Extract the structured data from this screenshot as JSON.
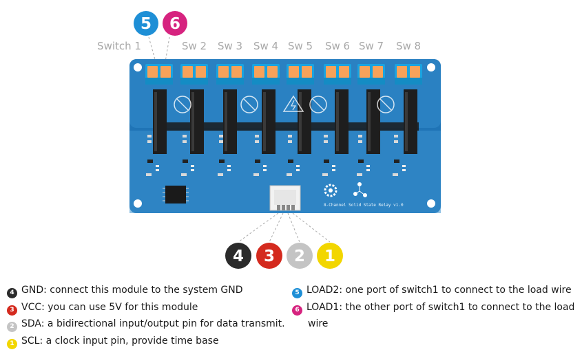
{
  "title": "8-Channel Solid State Relay v1.0",
  "switch_labels": [
    "Switch 1",
    "Sw 2",
    "Sw 3",
    "Sw 4",
    "Sw 5",
    "Sw 6",
    "Sw 7",
    "Sw 8"
  ],
  "top_badges": [
    {
      "num": "5",
      "color": "#1e8fd6"
    },
    {
      "num": "6",
      "color": "#d6237f"
    }
  ],
  "bottom_badges": [
    {
      "num": "4",
      "color": "#2b2b2b"
    },
    {
      "num": "3",
      "color": "#d42a1e"
    },
    {
      "num": "2",
      "color": "#c4c4c4"
    },
    {
      "num": "1",
      "color": "#f2d600"
    }
  ],
  "legend_left": [
    {
      "num": "4",
      "color": "#2b2b2b",
      "text": "GND: connect this module to the system GND"
    },
    {
      "num": "3",
      "color": "#d42a1e",
      "text": "VCC: you can use 5V for this module"
    },
    {
      "num": "2",
      "color": "#c4c4c4",
      "text": "SDA: a bidirectional input/output pin for data transmit."
    },
    {
      "num": "1",
      "color": "#f2d600",
      "text": "SCL:  a clock input pin, provide time base"
    }
  ],
  "legend_right": [
    {
      "num": "5",
      "color": "#1e8fd6",
      "text": "LOAD2: one port of switch1 to connect to the load wire"
    },
    {
      "num": "6",
      "color": "#d6237f",
      "text": "LOAD1: the other port of switch1 to connect to the load",
      "continuation": "wire"
    }
  ],
  "colors": {
    "board": "#1f74b6",
    "board_light": "#3a92d0",
    "terminal_body": "#1aa3e0",
    "terminal_lever": "#f7a25a",
    "relay": "#1e1e1e"
  }
}
